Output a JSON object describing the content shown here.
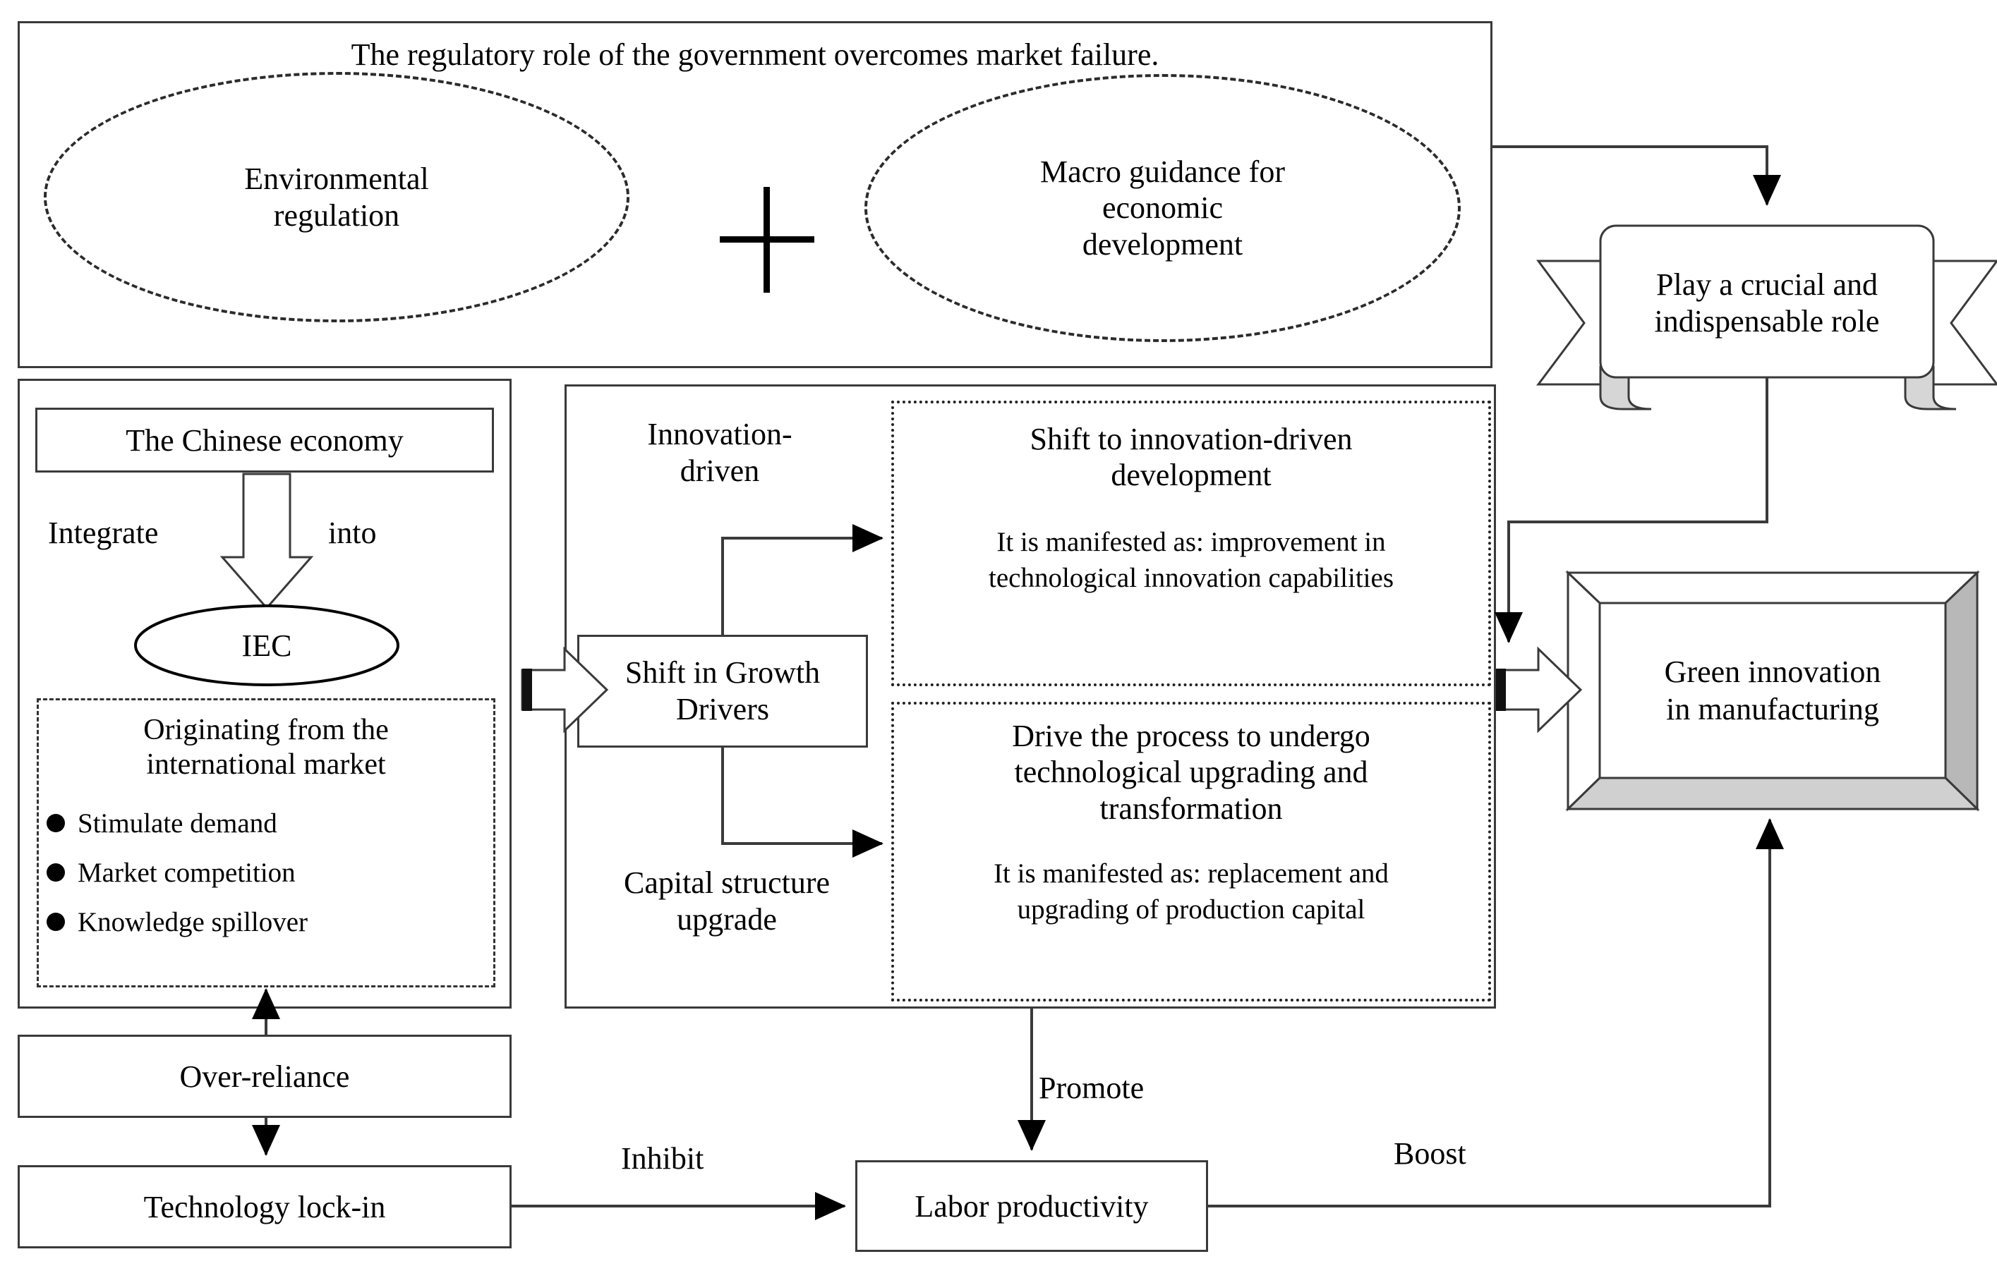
{
  "diagram": {
    "title_banner": "The regulatory role of the government overcomes market failure.",
    "ellipse_left": "Environmental\nregulation",
    "ellipse_left_line1": "Environmental",
    "ellipse_left_line2": "regulation",
    "plus_symbol": "+",
    "ellipse_right_line1": "Macro guidance for",
    "ellipse_right_line2": "economic",
    "ellipse_right_line3": "development",
    "ribbon_line1": "Play a crucial and",
    "ribbon_line2": "indispensable role",
    "chinese_economy": "The Chinese economy",
    "integrate_label": "Integrate",
    "into_label": "into",
    "iec": "IEC",
    "origin_title_line1": "Originating from the",
    "origin_title_line2": "international market",
    "origin_bullets": [
      "Stimulate demand",
      "Market competition",
      "Knowledge spillover"
    ],
    "innovation_driven_line1": "Innovation-",
    "innovation_driven_line2": "driven",
    "capital_structure_line1": "Capital structure",
    "capital_structure_line2": "upgrade",
    "shift_growth_line1": "Shift in Growth",
    "shift_growth_line2": "Drivers",
    "upper_panel_title_line1": "Shift to innovation-driven",
    "upper_panel_title_line2": "development",
    "upper_panel_body_line1": "It is manifested as: improvement in",
    "upper_panel_body_line2": "technological innovation capabilities",
    "lower_panel_title_line1": "Drive the process to undergo",
    "lower_panel_title_line2": "technological upgrading and",
    "lower_panel_title_line3": "transformation",
    "lower_panel_body_line1": "It is manifested as: replacement and",
    "lower_panel_body_line2": "upgrading of production capital",
    "green_innovation_line1": "Green innovation",
    "green_innovation_line2": "in manufacturing",
    "over_reliance": "Over-reliance",
    "technology_lockin": "Technology lock-in",
    "labor_productivity": "Labor productivity",
    "edge_inhibit": "Inhibit",
    "edge_promote": "Promote",
    "edge_boost": "Boost"
  },
  "colors": {
    "stroke": "#3a3a3a",
    "ink": "#000000",
    "bevel_fill": "#c9c9c9",
    "paper": "#ffffff"
  }
}
